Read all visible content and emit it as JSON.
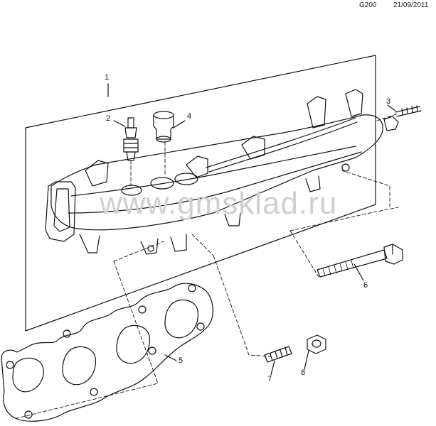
{
  "header": {
    "code": "G200",
    "date": "21/09/2011"
  },
  "watermark": "www.gmsklad.ru",
  "callouts": [
    {
      "id": "1",
      "label": "1"
    },
    {
      "id": "2",
      "label": "2"
    },
    {
      "id": "3",
      "label": "3"
    },
    {
      "id": "4",
      "label": "4"
    },
    {
      "id": "5",
      "label": "5"
    },
    {
      "id": "6",
      "label": "6"
    },
    {
      "id": "7",
      "label": "7"
    },
    {
      "id": "8",
      "label": "8"
    }
  ],
  "colors": {
    "line": "#111111",
    "watermark": "#cfcfcf",
    "background": "#ffffff"
  }
}
